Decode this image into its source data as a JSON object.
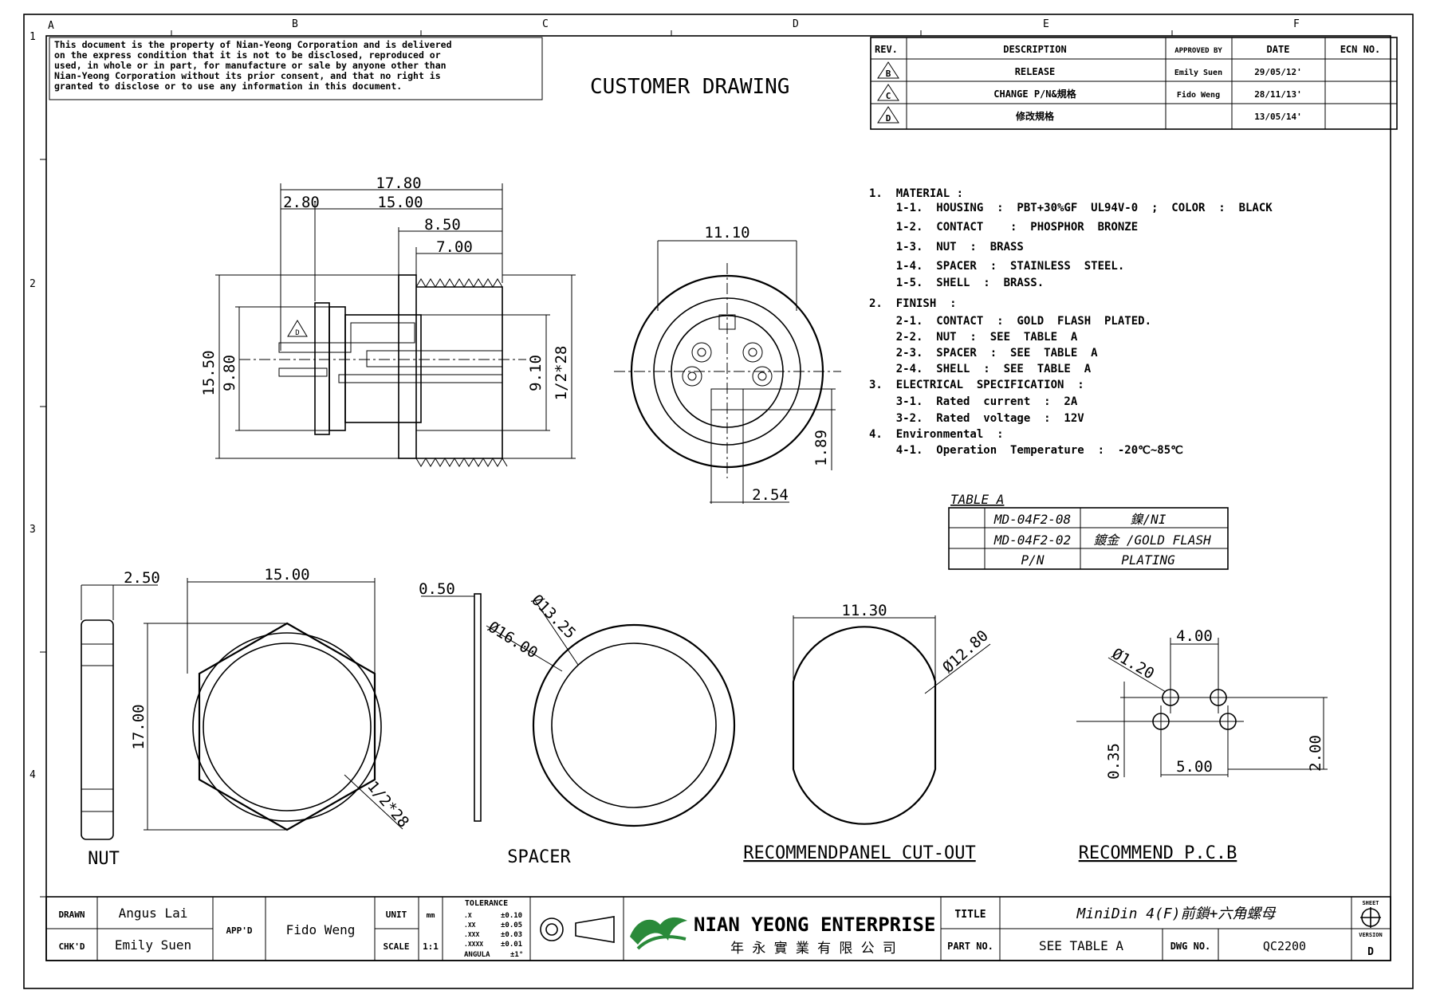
{
  "zones": {
    "columns": [
      "A",
      "B",
      "C",
      "D",
      "E",
      "F"
    ],
    "rows": [
      "1",
      "2",
      "3",
      "4"
    ]
  },
  "notice": {
    "line1": "This document is the property of Nian-Yeong Corporation and is delivered",
    "line2": "on  the  express condition that it is not to be disclosed, reproduced or",
    "line3": "used, in whole or in part, for manufacture or sale by anyone other than",
    "line4": "Nian-Yeong Corporation without  its prior consent, and that  no right  is",
    "line5": "granted to disclose or to use any information in this  document."
  },
  "customer_drawing": "CUSTOMER  DRAWING",
  "revision_table": {
    "headers": [
      "REV.",
      "DESCRIPTION",
      "APPROVED BY",
      "DATE",
      "ECN NO."
    ],
    "rows": [
      {
        "rev": "B",
        "description": "RELEASE",
        "approved": "Emily Suen",
        "date": "29/05/12'"
      },
      {
        "rev": "C",
        "description": "CHANGE P/N&規格",
        "approved": "Fido Weng",
        "date": "28/11/13'"
      },
      {
        "rev": "D",
        "description": "修改規格",
        "approved": "",
        "date": "13/05/14'"
      }
    ]
  },
  "specs": [
    "1.  MATERIAL :",
    "    1-1.  HOUSING  :  PBT+30%GF  UL94V-0  ;  COLOR  :  BLACK",
    "    1-2.  CONTACT    :  PHOSPHOR  BRONZE",
    "    1-3.  NUT  :  BRASS",
    "    1-4.  SPACER  :  STAINLESS  STEEL.",
    "    1-5.  SHELL  :  BRASS.",
    "2.  FINISH  :",
    "    2-1.  CONTACT  :  GOLD  FLASH  PLATED.",
    "    2-2.  NUT  :  SEE  TABLE  A",
    "    2-3.  SPACER  :  SEE  TABLE  A",
    "    2-4.  SHELL  :  SEE  TABLE  A",
    "3.  ELECTRICAL  SPECIFICATION  :",
    "    3-1.  Rated  current  :  2A",
    "    3-2.  Rated  voltage  :  12V",
    "4.  Environmental  :",
    "    4-1.  Operation  Temperature  :  -20℃~85℃"
  ],
  "table_a": {
    "title": "TABLE  A",
    "rows": [
      {
        "pn": "MD-04F2-08",
        "plating": "鎳/NI"
      },
      {
        "pn": "MD-04F2-02",
        "plating": "鍍金 /GOLD  FLASH"
      },
      {
        "pn": "P/N",
        "plating": "PLATING"
      }
    ]
  },
  "dims": {
    "side_1780": "17.80",
    "side_280": "2.80",
    "side_1500": "15.00",
    "side_850": "8.50",
    "side_700": "7.00",
    "side_1550": "15.50",
    "side_980": "9.80",
    "side_910": "9.10",
    "side_thread": "1/2*28",
    "front_1110": "11.10",
    "front_189": "1.89",
    "front_254": "2.54",
    "nut_250": "2.50",
    "nut_1500": "15.00",
    "nut_1700": "17.00",
    "nut_thread": "1/2*28",
    "spacer_050": "0.50",
    "spacer_1325": "Ø13.25",
    "spacer_1600": "Ø16.00",
    "cut_1130": "11.30",
    "cut_1280": "Ø12.80",
    "pcb_400": "4.00",
    "pcb_120": "Ø1.20",
    "pcb_500": "5.00",
    "pcb_035": "0.35",
    "pcb_200": "2.00"
  },
  "labels": {
    "nut": "NUT",
    "spacer": "SPACER",
    "cutout": "RECOMMENDPANEL  CUT-OUT",
    "pcb": "RECOMMEND  P.C.B"
  },
  "title_block": {
    "drawn_label": "DRAWN",
    "drawn": "Angus Lai",
    "checked_label": "CHK'D",
    "checked": "Emily Suen",
    "approved_label": "APP'D",
    "approved": "Fido Weng",
    "unit_label": "UNIT",
    "unit": "mm",
    "scale_label": "SCALE",
    "scale": "1:1",
    "tolerance_title": "TOLERANCE",
    "tolerances": [
      {
        "k": ".X",
        "v": "±0.10"
      },
      {
        "k": ".XX",
        "v": "±0.05"
      },
      {
        "k": ".XXX",
        "v": "±0.03"
      },
      {
        "k": ".XXXX",
        "v": "±0.01"
      },
      {
        "k": "ANGULA",
        "v": "±1°"
      }
    ],
    "company": "NIAN YEONG ENTERPRISE",
    "company_cn": "年 永 實 業 有 限 公 司",
    "title_label": "TITLE",
    "title": "MiniDin  4(F)前鎖+六角螺母",
    "part_label": "PART NO.",
    "part": "SEE  TABLE  A",
    "dwg_label": "DWG NO.",
    "dwg": "QC2200",
    "sheet_label": "SHEET",
    "version_label": "VERSION",
    "version": "D"
  }
}
